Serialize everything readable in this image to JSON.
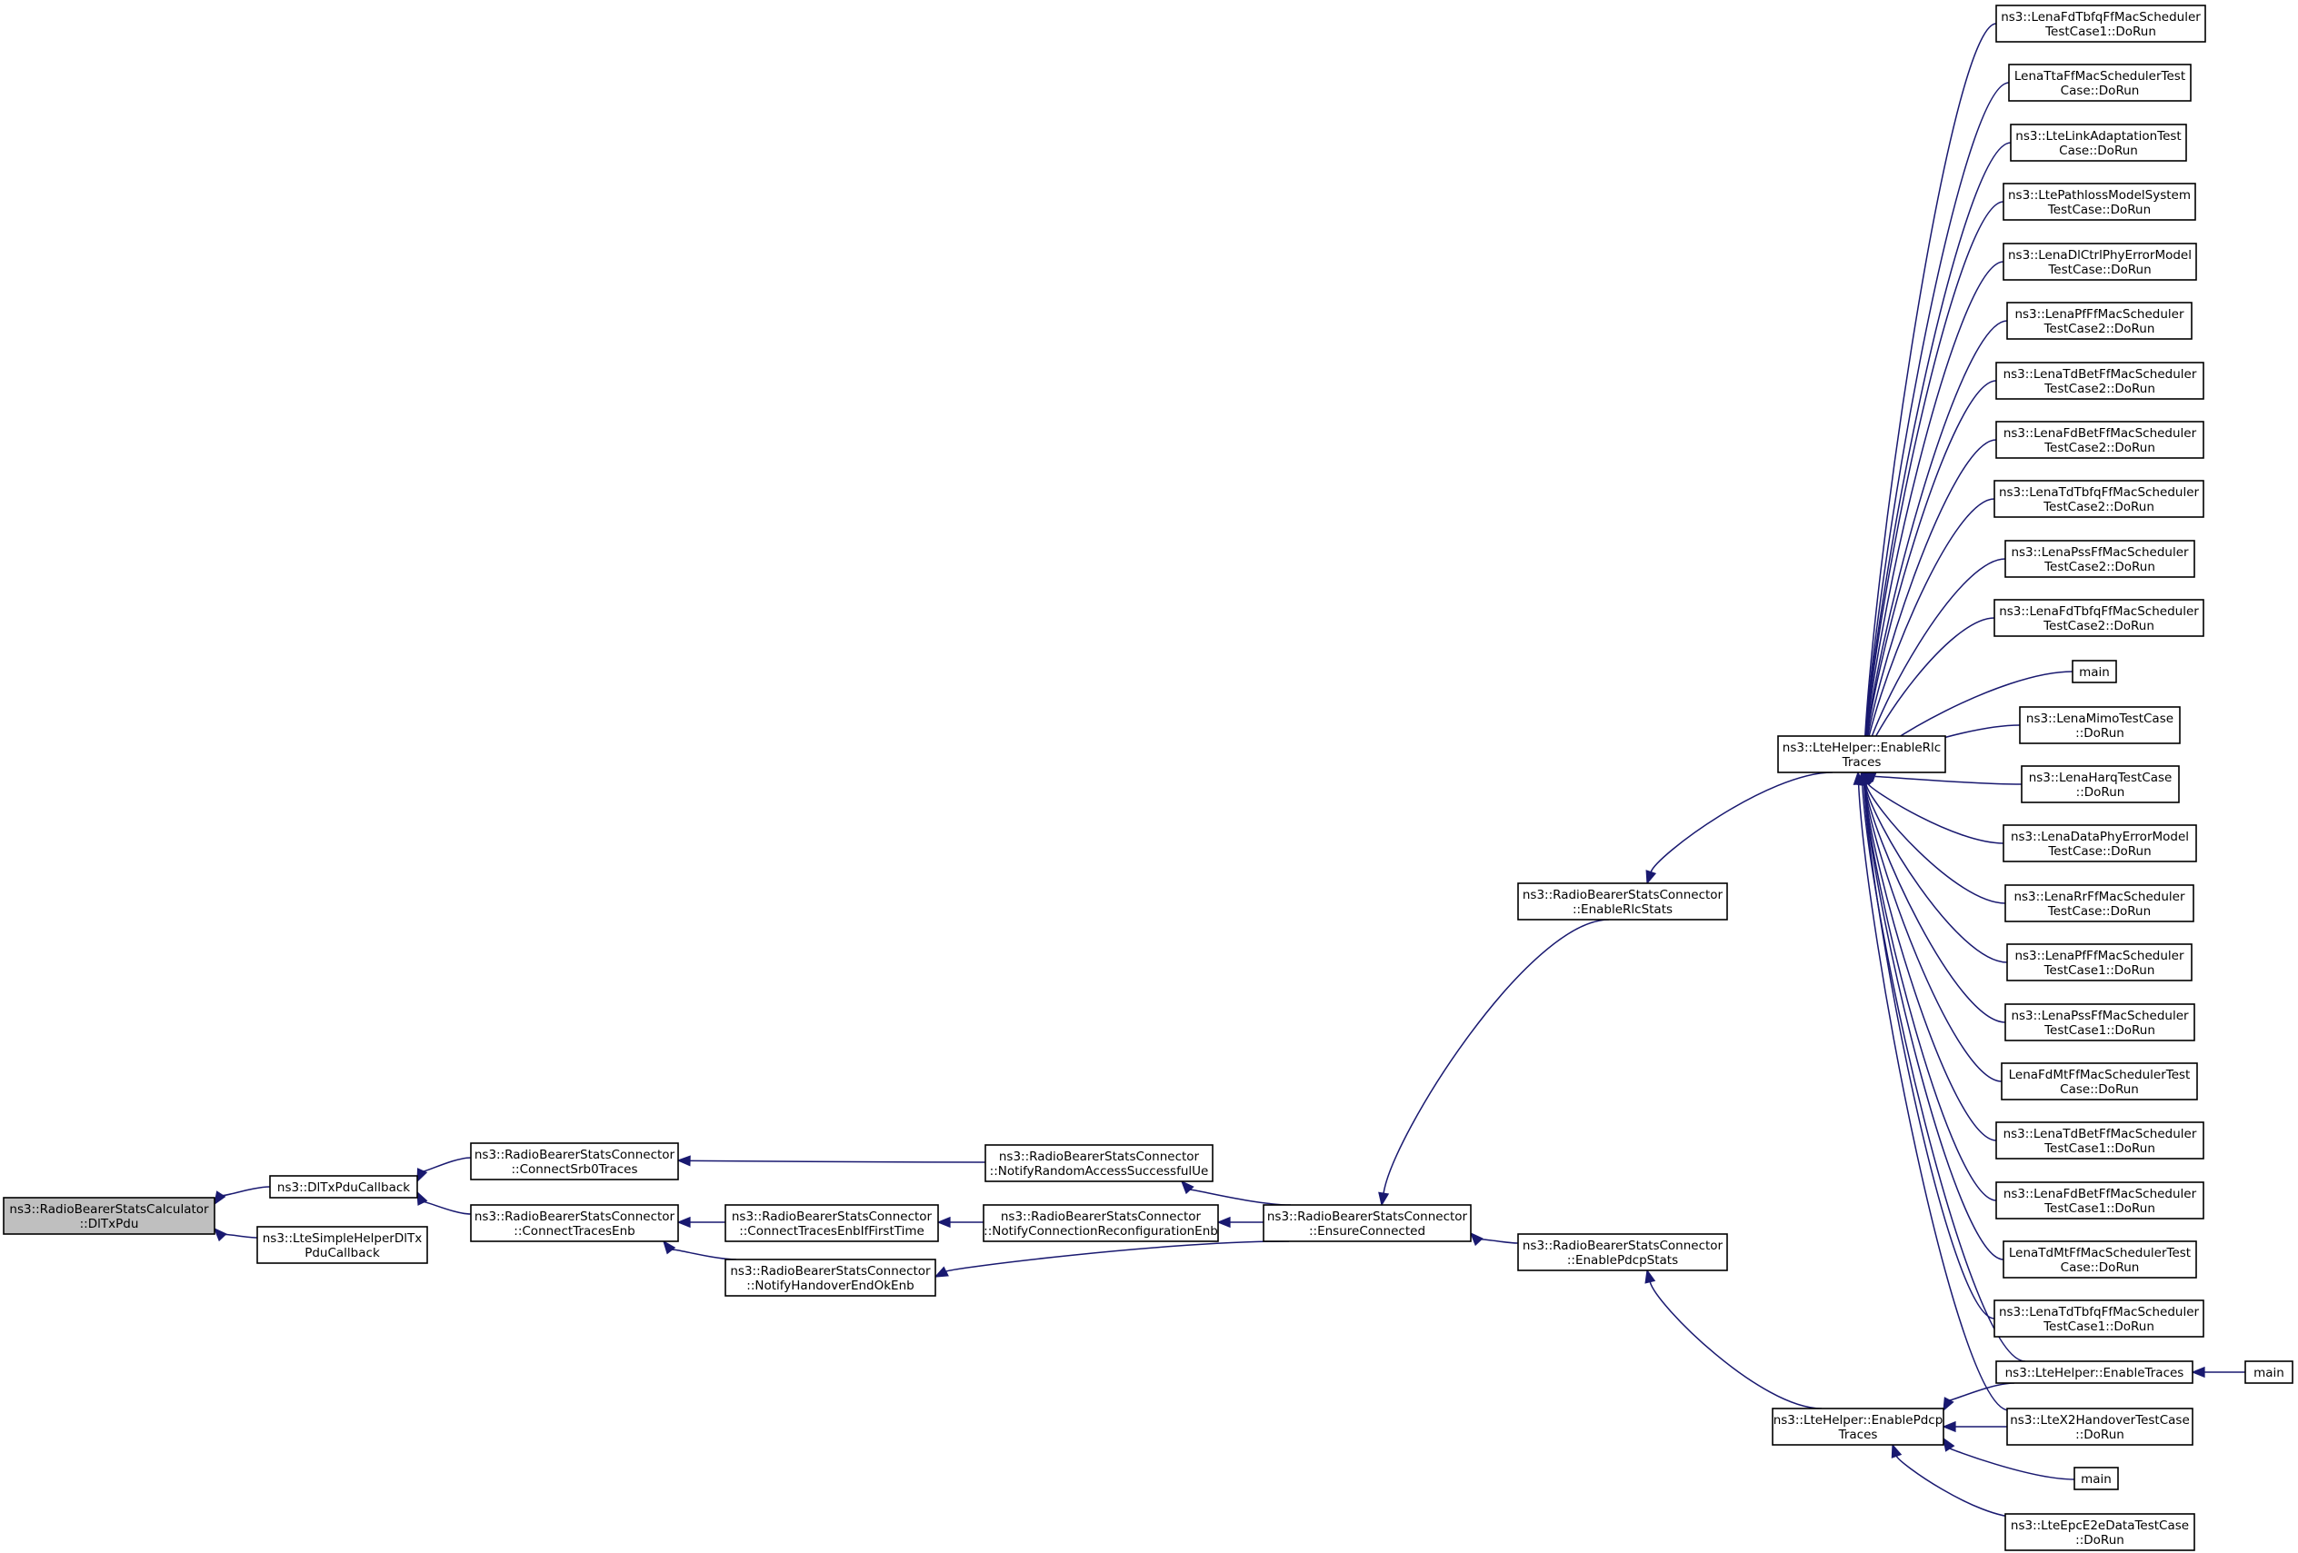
{
  "nodes": [
    {
      "id": "root",
      "lines": [
        "ns3::RadioBearerStatsCalculator",
        "::DlTxPdu"
      ],
      "highlight": true
    },
    {
      "id": "dltx_cb",
      "lines": [
        "ns3::DlTxPduCallback"
      ]
    },
    {
      "id": "simple_cb",
      "lines": [
        "ns3::LteSimpleHelperDlTx",
        "PduCallback"
      ]
    },
    {
      "id": "srb0",
      "lines": [
        "ns3::RadioBearerStatsConnector",
        "::ConnectSrb0Traces"
      ]
    },
    {
      "id": "traces_enb",
      "lines": [
        "ns3::RadioBearerStatsConnector",
        "::ConnectTracesEnb"
      ]
    },
    {
      "id": "traces_enb_first",
      "lines": [
        "ns3::RadioBearerStatsConnector",
        "::ConnectTracesEnbIfFirstTime"
      ]
    },
    {
      "id": "handover_ok",
      "lines": [
        "ns3::RadioBearerStatsConnector",
        "::NotifyHandoverEndOkEnb"
      ]
    },
    {
      "id": "random_access",
      "lines": [
        "ns3::RadioBearerStatsConnector",
        "::NotifyRandomAccessSuccessfulUe"
      ]
    },
    {
      "id": "conn_reconf",
      "lines": [
        "ns3::RadioBearerStatsConnector",
        "::NotifyConnectionReconfigurationEnb"
      ]
    },
    {
      "id": "ensure",
      "lines": [
        "ns3::RadioBearerStatsConnector",
        "::EnsureConnected"
      ]
    },
    {
      "id": "rlc_stats",
      "lines": [
        "ns3::RadioBearerStatsConnector",
        "::EnableRlcStats"
      ]
    },
    {
      "id": "pdcp_stats",
      "lines": [
        "ns3::RadioBearerStatsConnector",
        "::EnablePdcpStats"
      ]
    },
    {
      "id": "rlc_traces",
      "lines": [
        "ns3::LteHelper::EnableRlc",
        "Traces"
      ]
    },
    {
      "id": "pdcp_traces",
      "lines": [
        "ns3::LteHelper::EnablePdcp",
        "Traces"
      ]
    },
    {
      "id": "c01",
      "lines": [
        "ns3::LenaFdTbfqFfMacScheduler",
        "TestCase1::DoRun"
      ]
    },
    {
      "id": "c02",
      "lines": [
        "LenaTtaFfMacSchedulerTest",
        "Case::DoRun"
      ]
    },
    {
      "id": "c03",
      "lines": [
        "ns3::LteLinkAdaptationTest",
        "Case::DoRun"
      ]
    },
    {
      "id": "c04",
      "lines": [
        "ns3::LtePathlossModelSystem",
        "TestCase::DoRun"
      ]
    },
    {
      "id": "c05",
      "lines": [
        "ns3::LenaDlCtrlPhyErrorModel",
        "TestCase::DoRun"
      ]
    },
    {
      "id": "c06",
      "lines": [
        "ns3::LenaPfFfMacScheduler",
        "TestCase2::DoRun"
      ]
    },
    {
      "id": "c07",
      "lines": [
        "ns3::LenaTdBetFfMacScheduler",
        "TestCase2::DoRun"
      ]
    },
    {
      "id": "c08",
      "lines": [
        "ns3::LenaFdBetFfMacScheduler",
        "TestCase2::DoRun"
      ]
    },
    {
      "id": "c09",
      "lines": [
        "ns3::LenaTdTbfqFfMacScheduler",
        "TestCase2::DoRun"
      ]
    },
    {
      "id": "c10",
      "lines": [
        "ns3::LenaPssFfMacScheduler",
        "TestCase2::DoRun"
      ]
    },
    {
      "id": "c11",
      "lines": [
        "ns3::LenaFdTbfqFfMacScheduler",
        "TestCase2::DoRun"
      ]
    },
    {
      "id": "c12",
      "lines": [
        "main"
      ]
    },
    {
      "id": "c13",
      "lines": [
        "ns3::LenaMimoTestCase",
        "::DoRun"
      ]
    },
    {
      "id": "c14",
      "lines": [
        "ns3::LenaHarqTestCase",
        "::DoRun"
      ]
    },
    {
      "id": "c15",
      "lines": [
        "ns3::LenaDataPhyErrorModel",
        "TestCase::DoRun"
      ]
    },
    {
      "id": "c16",
      "lines": [
        "ns3::LenaRrFfMacScheduler",
        "TestCase::DoRun"
      ]
    },
    {
      "id": "c17",
      "lines": [
        "ns3::LenaPfFfMacScheduler",
        "TestCase1::DoRun"
      ]
    },
    {
      "id": "c18",
      "lines": [
        "ns3::LenaPssFfMacScheduler",
        "TestCase1::DoRun"
      ]
    },
    {
      "id": "c19",
      "lines": [
        "LenaFdMtFfMacSchedulerTest",
        "Case::DoRun"
      ]
    },
    {
      "id": "c20",
      "lines": [
        "ns3::LenaTdBetFfMacScheduler",
        "TestCase1::DoRun"
      ]
    },
    {
      "id": "c21",
      "lines": [
        "ns3::LenaFdBetFfMacScheduler",
        "TestCase1::DoRun"
      ]
    },
    {
      "id": "c22",
      "lines": [
        "LenaTdMtFfMacSchedulerTest",
        "Case::DoRun"
      ]
    },
    {
      "id": "c23",
      "lines": [
        "ns3::LenaTdTbfqFfMacScheduler",
        "TestCase1::DoRun"
      ]
    },
    {
      "id": "enable_traces",
      "lines": [
        "ns3::LteHelper::EnableTraces"
      ]
    },
    {
      "id": "x2",
      "lines": [
        "ns3::LteX2HandoverTestCase",
        "::DoRun"
      ]
    },
    {
      "id": "main_p",
      "lines": [
        "main"
      ]
    },
    {
      "id": "epc",
      "lines": [
        "ns3::LteEpcE2eDataTestCase",
        "::DoRun"
      ]
    },
    {
      "id": "main_t",
      "lines": [
        "main"
      ]
    }
  ],
  "edges": [
    {
      "from": "dltx_cb",
      "to": "root"
    },
    {
      "from": "simple_cb",
      "to": "root"
    },
    {
      "from": "srb0",
      "to": "dltx_cb"
    },
    {
      "from": "traces_enb",
      "to": "dltx_cb"
    },
    {
      "from": "random_access",
      "to": "srb0"
    },
    {
      "from": "traces_enb_first",
      "to": "traces_enb"
    },
    {
      "from": "handover_ok",
      "to": "traces_enb"
    },
    {
      "from": "conn_reconf",
      "to": "traces_enb_first"
    },
    {
      "from": "ensure",
      "to": "random_access"
    },
    {
      "from": "ensure",
      "to": "conn_reconf"
    },
    {
      "from": "ensure",
      "to": "handover_ok"
    },
    {
      "from": "rlc_stats",
      "to": "ensure"
    },
    {
      "from": "pdcp_stats",
      "to": "ensure"
    },
    {
      "from": "rlc_traces",
      "to": "rlc_stats"
    },
    {
      "from": "pdcp_traces",
      "to": "pdcp_stats"
    },
    {
      "from": "c01",
      "to": "rlc_traces"
    },
    {
      "from": "c02",
      "to": "rlc_traces"
    },
    {
      "from": "c03",
      "to": "rlc_traces"
    },
    {
      "from": "c04",
      "to": "rlc_traces"
    },
    {
      "from": "c05",
      "to": "rlc_traces"
    },
    {
      "from": "c06",
      "to": "rlc_traces"
    },
    {
      "from": "c07",
      "to": "rlc_traces"
    },
    {
      "from": "c08",
      "to": "rlc_traces"
    },
    {
      "from": "c09",
      "to": "rlc_traces"
    },
    {
      "from": "c10",
      "to": "rlc_traces"
    },
    {
      "from": "c11",
      "to": "rlc_traces"
    },
    {
      "from": "c12",
      "to": "rlc_traces"
    },
    {
      "from": "c13",
      "to": "rlc_traces"
    },
    {
      "from": "c14",
      "to": "rlc_traces"
    },
    {
      "from": "c15",
      "to": "rlc_traces"
    },
    {
      "from": "c16",
      "to": "rlc_traces"
    },
    {
      "from": "c17",
      "to": "rlc_traces"
    },
    {
      "from": "c18",
      "to": "rlc_traces"
    },
    {
      "from": "c19",
      "to": "rlc_traces"
    },
    {
      "from": "c20",
      "to": "rlc_traces"
    },
    {
      "from": "c21",
      "to": "rlc_traces"
    },
    {
      "from": "c22",
      "to": "rlc_traces"
    },
    {
      "from": "c23",
      "to": "rlc_traces"
    },
    {
      "from": "enable_traces",
      "to": "rlc_traces"
    },
    {
      "from": "x2",
      "to": "rlc_traces"
    },
    {
      "from": "enable_traces",
      "to": "pdcp_traces"
    },
    {
      "from": "x2",
      "to": "pdcp_traces"
    },
    {
      "from": "main_p",
      "to": "pdcp_traces"
    },
    {
      "from": "epc",
      "to": "pdcp_traces"
    },
    {
      "from": "main_t",
      "to": "enable_traces"
    }
  ]
}
